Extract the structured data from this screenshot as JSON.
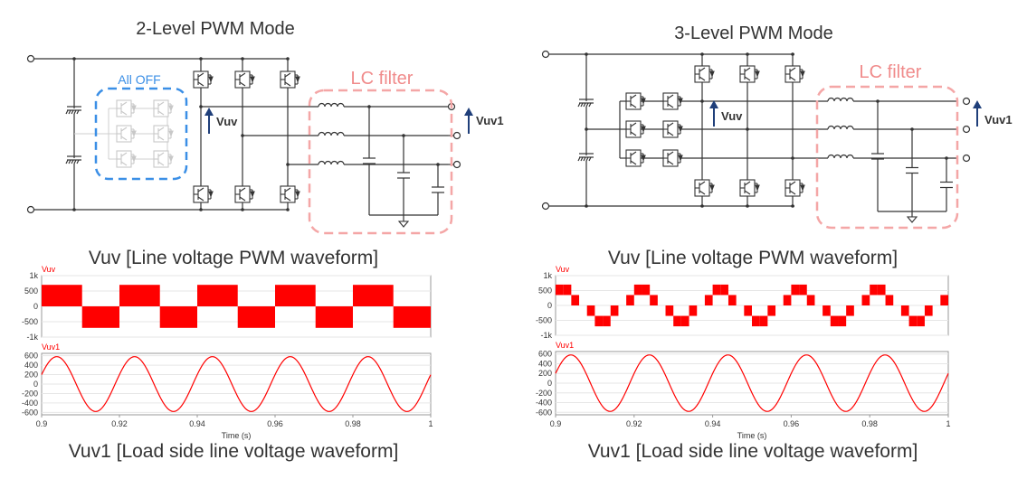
{
  "panels": [
    {
      "mode_title": "2-Level PWM Mode",
      "filter_label": "LC filter",
      "off_label": "All OFF",
      "vuv_label": "Vuv",
      "vuv1_label": "Vuv1",
      "pwm_caption": "Vuv [Line voltage PWM waveform]",
      "load_caption": "Vuv1 [Load side line voltage waveform]"
    },
    {
      "mode_title": "3-Level PWM Mode",
      "filter_label": "LC filter",
      "vuv_label": "Vuv",
      "vuv1_label": "Vuv1",
      "pwm_caption": "Vuv [Line voltage PWM waveform]",
      "load_caption": "Vuv1 [Load side line voltage waveform]"
    }
  ],
  "colors": {
    "waveform": "#ff0000",
    "filter_box": "#f4a6a6",
    "filter_text": "#f08b8b",
    "off_box": "#3b8fe6",
    "arrow": "#1f3f7a",
    "circuit": "#333333"
  },
  "chart_data": [
    {
      "type": "line",
      "series": [
        {
          "name": "Vuv",
          "waveform": "2-level square PWM",
          "amplitude": 700
        }
      ],
      "x_range": [
        0.9,
        1.0
      ],
      "y_ticks": [
        "1k",
        "500",
        "0",
        "-500",
        "-1k"
      ],
      "xlabel": "",
      "ylim": [
        -1000,
        1000
      ]
    },
    {
      "type": "line",
      "series": [
        {
          "name": "Vuv1",
          "waveform": "sine",
          "amplitude": 580,
          "cycles": 5
        }
      ],
      "x_ticks": [
        "0.9",
        "0.92",
        "0.94",
        "0.96",
        "0.98",
        "1"
      ],
      "y_ticks": [
        "600",
        "400",
        "200",
        "0",
        "-200",
        "-400",
        "-600"
      ],
      "xlabel": "Time (s)",
      "xlim": [
        0.9,
        1.0
      ],
      "ylim": [
        -650,
        650
      ]
    },
    {
      "type": "line",
      "series": [
        {
          "name": "Vuv",
          "waveform": "3-level stepped PWM",
          "amplitude": 700
        }
      ],
      "x_range": [
        0.9,
        1.0
      ],
      "y_ticks": [
        "1k",
        "500",
        "0",
        "-500",
        "-1k"
      ],
      "xlabel": "",
      "ylim": [
        -1000,
        1000
      ]
    },
    {
      "type": "line",
      "series": [
        {
          "name": "Vuv1",
          "waveform": "sine",
          "amplitude": 580,
          "cycles": 5
        }
      ],
      "x_ticks": [
        "0.9",
        "0.92",
        "0.94",
        "0.96",
        "0.98",
        "1"
      ],
      "y_ticks": [
        "600",
        "400",
        "200",
        "0",
        "-200",
        "-400",
        "-600"
      ],
      "xlabel": "Time (s)",
      "xlim": [
        0.9,
        1.0
      ],
      "ylim": [
        -650,
        650
      ]
    }
  ]
}
